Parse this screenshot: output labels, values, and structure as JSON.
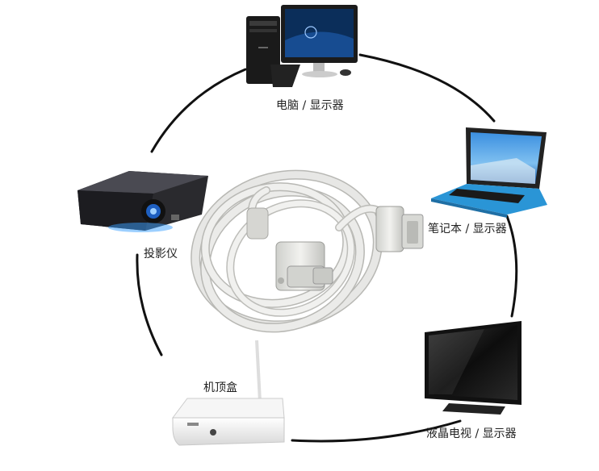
{
  "devices": {
    "pc": {
      "label": "电脑 / 显示器",
      "icon": "desktop-computer-icon"
    },
    "laptop": {
      "label": "笔记本 / 显示器",
      "icon": "laptop-icon"
    },
    "projector": {
      "label": "投影仪",
      "icon": "projector-icon"
    },
    "set_top_box": {
      "label": "机顶盒",
      "icon": "set-top-box-icon"
    },
    "tv": {
      "label": "液晶电视 / 显示器",
      "icon": "lcd-tv-icon"
    }
  },
  "colors": {
    "ring": "#111111",
    "cable": "#e4e4e2",
    "screen_blue": "#2a7bd6",
    "device_dark": "#1c1c1c"
  }
}
